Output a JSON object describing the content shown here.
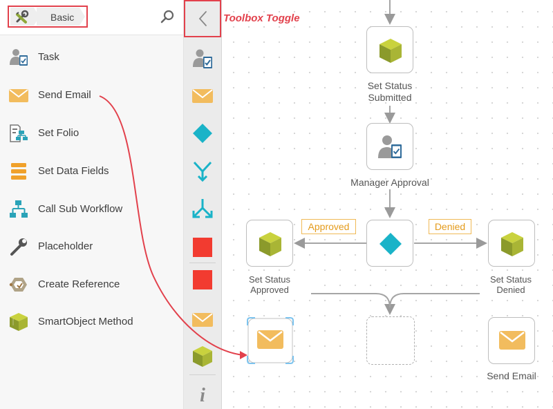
{
  "toolbox": {
    "breadcrumb_label": "Basic",
    "items": [
      {
        "label": "Task",
        "icon": "task-user-icon"
      },
      {
        "label": "Send Email",
        "icon": "envelope-icon"
      },
      {
        "label": "Set Folio",
        "icon": "folio-hierarchy-icon"
      },
      {
        "label": "Set Data Fields",
        "icon": "data-fields-icon"
      },
      {
        "label": "Call Sub Workflow",
        "icon": "sub-workflow-icon"
      },
      {
        "label": "Placeholder",
        "icon": "wrench-icon"
      },
      {
        "label": "Create Reference",
        "icon": "reference-icon"
      },
      {
        "label": "SmartObject Method",
        "icon": "smartobject-cube-icon"
      }
    ]
  },
  "annotation": {
    "toolbox_toggle": "Toolbox Toggle"
  },
  "canvas": {
    "nodes": {
      "set_status_submitted": [
        "Set Status",
        "Submitted"
      ],
      "manager_approval": "Manager Approval",
      "set_status_approved": [
        "Set Status",
        "Approved"
      ],
      "set_status_denied": [
        "Set Status",
        "Denied"
      ],
      "send_email": "Send Email"
    },
    "branches": {
      "approved": "Approved",
      "denied": "Denied"
    }
  },
  "colors": {
    "highlight_red": "#e2414c",
    "email_orange": "#f2bc5e",
    "decision_teal": "#1ab3c8",
    "cube_olive": "#9aa532",
    "branch_orange": "#e49b1b"
  }
}
